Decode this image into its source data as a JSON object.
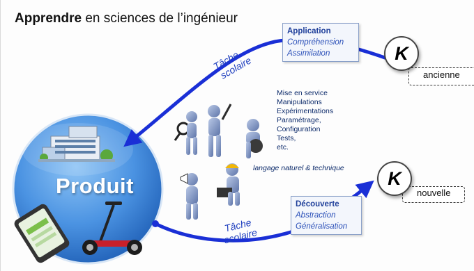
{
  "title": {
    "bold": "Apprendre",
    "rest": " en sciences de l’ingénieur"
  },
  "application_box": {
    "heading": "Application",
    "items": [
      "Compréhension",
      "Assimilation"
    ]
  },
  "decouverte_box": {
    "heading": "Découverte",
    "items": [
      "Abstraction",
      "Généralisation"
    ]
  },
  "activities": [
    "Mise en service",
    "Manipulations",
    "Expérimentations",
    "Paramétrage,",
    "Configuration",
    "Tests,",
    "etc."
  ],
  "language_note": "langage naturel & technique",
  "tache_top": [
    "Tâche",
    "scolaire"
  ],
  "tache_bottom": [
    "Tâche",
    "scolaire"
  ],
  "k_top": {
    "letter": "K",
    "label": "ancienne"
  },
  "k_bottom": {
    "letter": "K",
    "label": "nouvelle"
  },
  "produit_label": "Produit",
  "colors": {
    "arrow": "#1a2fd6",
    "circle": "#3a7fd6",
    "figures": "#7f95c4",
    "text_dark_blue": "#0c2a6a"
  },
  "icons": [
    "building-icon",
    "smartphone-icon",
    "segway-icon",
    "worker-figure-icons"
  ]
}
